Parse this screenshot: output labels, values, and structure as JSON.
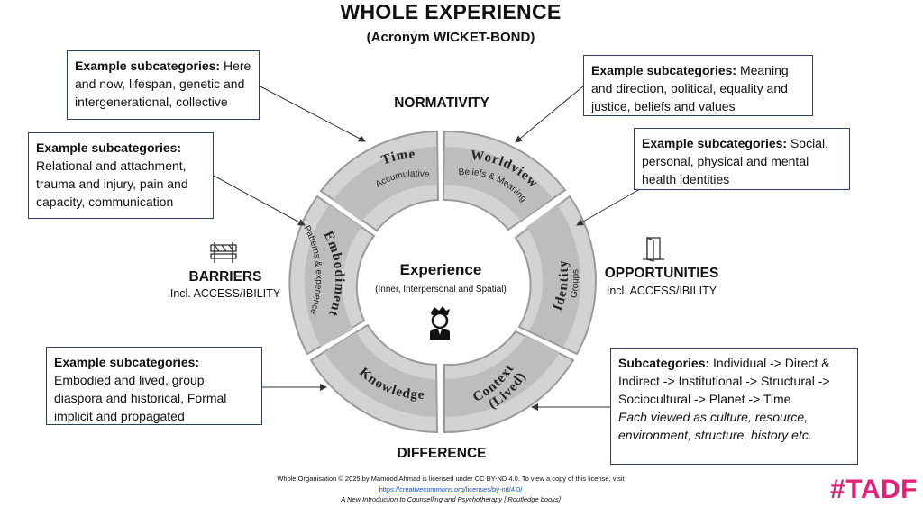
{
  "header": {
    "title": "WHOLE EXPERIENCE",
    "subtitle": "(Acronym WICKET-BOND)"
  },
  "axes": {
    "top": "NORMATIVITY",
    "bottom": "DIFFERENCE",
    "left_title": "BARRIERS",
    "left_sub": "Incl. ACCESS/IBILITY",
    "right_title": "OPPORTUNITIES",
    "right_sub": "Incl. ACCESS/IBILITY"
  },
  "center": {
    "title": "Experience",
    "subtitle": "(Inner, Interpersonal and Spatial)"
  },
  "segments": {
    "time": {
      "label": "Time",
      "sub": "Accumulative"
    },
    "worldview": {
      "label": "Worldview",
      "sub": "Beliefs & Meaning"
    },
    "identity": {
      "label": "Identity",
      "sub": "Groups"
    },
    "context": {
      "label": "Context",
      "label2": "(Lived)"
    },
    "knowledge": {
      "label": "Knowledge"
    },
    "embodiment": {
      "label": "Embodiment",
      "sub": "Patterns & experience"
    }
  },
  "boxes": {
    "time": {
      "lead": "Example subcategories:",
      "text": " Here and now, lifespan, genetic and intergenerational, collective"
    },
    "embodiment": {
      "lead": "Example subcategories:",
      "text": " Relational and attachment, trauma and injury, pain and capacity, communication"
    },
    "knowledge": {
      "lead": "Example subcategories:",
      "text": " Embodied and lived, group diaspora and historical, Formal implicit and propagated"
    },
    "worldview": {
      "lead": "Example subcategories:",
      "text": " Meaning and direction, political, equality and justice, beliefs and values"
    },
    "identity": {
      "lead": "Example subcategories:",
      "text": " Social, personal, physical and mental health identities"
    },
    "context": {
      "lead": "Subcategories:",
      "text": " Individual -> Direct & Indirect -> Institutional ->  Structural -> Sociocultural -> Planet -> Time",
      "italic": "Each viewed as culture, resource, environment, structure, history etc."
    }
  },
  "footer": {
    "line1": "Whole Organisation © 2025 by Mamood Ahmad is licensed under CC BY-ND 4.0. To view a copy of this license, visit",
    "link": "https://creativecommons.org/licenses/by-nd/4.0/",
    "line3": "A New Introduction to Counselling and Psychotherapy [ Routledge books]"
  },
  "hashtag": "#TADF",
  "colors": {
    "segment_fill": "#cfcfcf",
    "segment_inner": "#a9a9a9",
    "box_border": "#2f4360",
    "hashtag": "#e6207a",
    "link": "#1a4fd1"
  },
  "icons": {
    "left": "barrier-icon",
    "right": "door-icon",
    "center": "person-icon"
  }
}
